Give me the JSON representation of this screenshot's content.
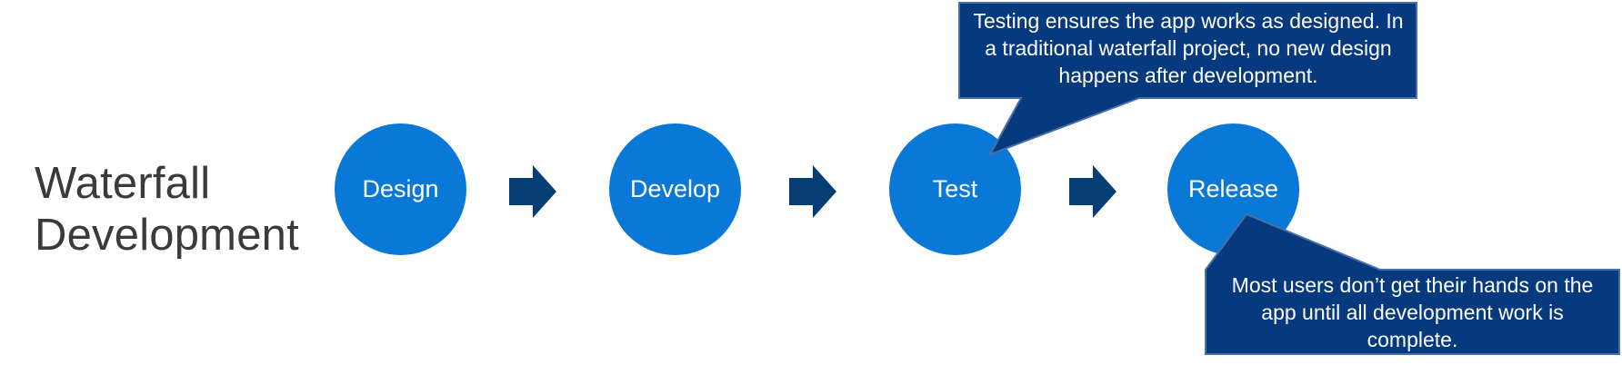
{
  "title": {
    "line1": "Waterfall",
    "line2": "Development"
  },
  "steps": [
    {
      "label": "Design"
    },
    {
      "label": "Develop"
    },
    {
      "label": "Test"
    },
    {
      "label": "Release"
    }
  ],
  "callouts": [
    {
      "lines": [
        "Testing ensures the app works as designed. In",
        "a traditional  waterfall project, no new design",
        "happens after development."
      ]
    },
    {
      "lines": [
        "Most users don’t get their hands on the",
        "app until all development work is",
        "complete."
      ]
    }
  ],
  "colors": {
    "circle": "#0a78d6",
    "arrow": "#063e74",
    "callout_fill": "#07397e",
    "callout_border": "#4a6fa8",
    "title_text": "#3a3a3a"
  }
}
